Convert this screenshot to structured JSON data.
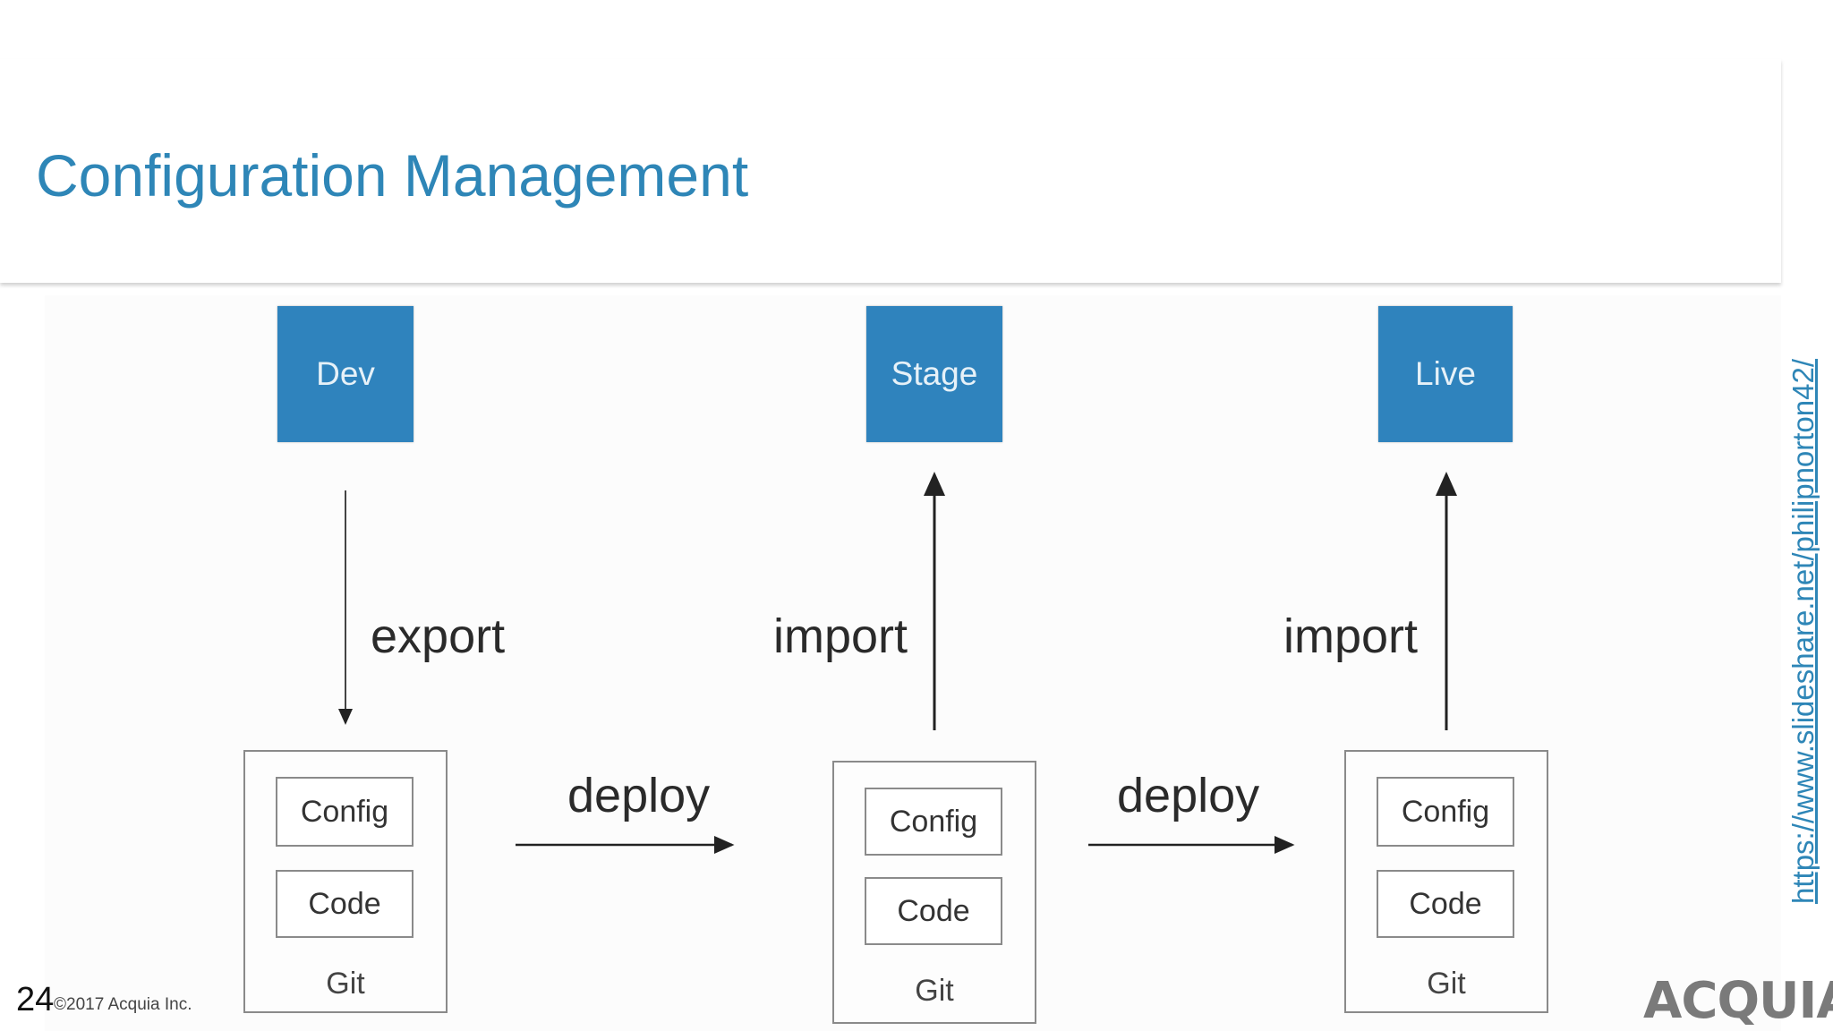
{
  "slide": {
    "title": "Configuration Management",
    "number": "24",
    "copyright": "©2017 Acquia Inc.",
    "source_link": "https://www.slideshare.net/philipnorton42/",
    "brand": "ACQUIA"
  },
  "diagram": {
    "environments": [
      "Dev",
      "Stage",
      "Live"
    ],
    "repos": [
      {
        "config": "Config",
        "code": "Code",
        "git": "Git"
      },
      {
        "config": "Config",
        "code": "Code",
        "git": "Git"
      },
      {
        "config": "Config",
        "code": "Code",
        "git": "Git"
      }
    ],
    "flows": {
      "dev_export": "export",
      "stage_import": "import",
      "live_import": "import",
      "deploy_1": "deploy",
      "deploy_2": "deploy"
    },
    "colors": {
      "environment": "#2f83bd",
      "title": "#2e86b7"
    }
  }
}
